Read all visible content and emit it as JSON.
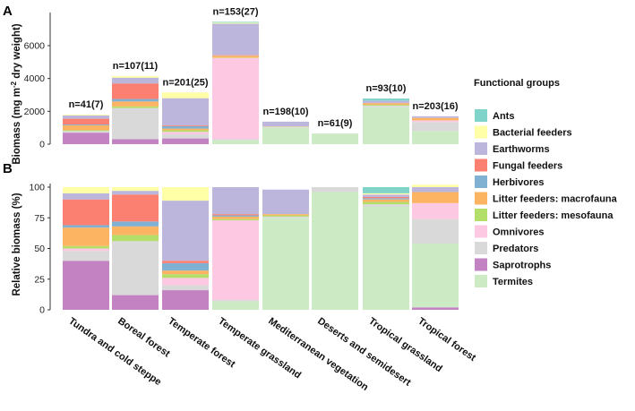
{
  "panels": {
    "a_label": "A",
    "b_label": "B"
  },
  "legend": {
    "title": "Functional groups",
    "items": [
      {
        "name": "Ants",
        "color": "#7fd3c8"
      },
      {
        "name": "Bacterial feeders",
        "color": "#ffffa8"
      },
      {
        "name": "Earthworms",
        "color": "#bcb6dc"
      },
      {
        "name": "Fungal feeders",
        "color": "#fb8072"
      },
      {
        "name": "Herbivores",
        "color": "#80b1d3"
      },
      {
        "name": "Litter feeders: macrofauna",
        "color": "#fdb462"
      },
      {
        "name": "Litter feeders: mesofauna",
        "color": "#b3de69"
      },
      {
        "name": "Omnivores",
        "color": "#fcc8e2"
      },
      {
        "name": "Predators",
        "color": "#d9d9d9"
      },
      {
        "name": "Saprotrophs",
        "color": "#c383c3"
      },
      {
        "name": "Termites",
        "color": "#ccebc5"
      }
    ]
  },
  "chart_data": [
    {
      "panel": "A",
      "type": "bar",
      "stacked": true,
      "ylabel_parts": [
        "Biomass (mg m",
        "-2",
        " dry weight)"
      ],
      "ylim": [
        0,
        7800
      ],
      "yticks": [
        0,
        2000,
        4000,
        6000
      ],
      "categories": [
        "Tundra and cold steppe",
        "Boreal forest",
        "Temperate forest",
        "Temperate grassland",
        "Mediterranean vegetation",
        "Deserts and semidesert",
        "Tropical grassland",
        "Tropical forest"
      ],
      "n_labels": [
        "n=41(7)",
        "n=107(11)",
        "n=201(25)",
        "n=153(27)",
        "n=198(10)",
        "n=61(9)",
        "n=93(10)",
        "n=203(16)"
      ],
      "series": [
        {
          "name": "Saprotrophs",
          "values": [
            700,
            300,
            350,
            0,
            0,
            0,
            0,
            0
          ]
        },
        {
          "name": "Termites",
          "values": [
            0,
            0,
            0,
            250,
            1000,
            650,
            2250,
            800
          ]
        },
        {
          "name": "Predators",
          "values": [
            100,
            1900,
            250,
            50,
            50,
            0,
            100,
            550
          ]
        },
        {
          "name": "Omnivores",
          "values": [
            0,
            0,
            150,
            4950,
            0,
            0,
            0,
            100
          ]
        },
        {
          "name": "Litter feeders: mesofauna",
          "values": [
            50,
            100,
            100,
            20,
            10,
            0,
            50,
            0
          ]
        },
        {
          "name": "Litter feeders: macrofauna",
          "values": [
            300,
            300,
            100,
            120,
            20,
            0,
            100,
            150
          ]
        },
        {
          "name": "Herbivores",
          "values": [
            50,
            150,
            150,
            20,
            0,
            0,
            0,
            0
          ]
        },
        {
          "name": "Fungal feeders",
          "values": [
            350,
            950,
            50,
            30,
            0,
            0,
            0,
            0
          ]
        },
        {
          "name": "Earthworms",
          "values": [
            200,
            350,
            1650,
            1900,
            290,
            0,
            150,
            100
          ]
        },
        {
          "name": "Bacterial feeders",
          "values": [
            50,
            100,
            350,
            60,
            0,
            0,
            0,
            0
          ]
        },
        {
          "name": "Ants",
          "values": [
            0,
            0,
            0,
            50,
            0,
            0,
            130,
            0
          ]
        }
      ]
    },
    {
      "panel": "B",
      "type": "bar",
      "stacked": true,
      "ylabel": "Relative biomass (%)",
      "ylim": [
        0,
        100
      ],
      "yticks": [
        0,
        25,
        50,
        75,
        100
      ],
      "categories": [
        "Tundra and cold steppe",
        "Boreal forest",
        "Temperate forest",
        "Temperate grassland",
        "Mediterranean vegetation",
        "Deserts and semidesert",
        "Tropical grassland",
        "Tropical forest"
      ],
      "series": [
        {
          "name": "Saprotrophs",
          "values": [
            40,
            12,
            16,
            0,
            0,
            0,
            0,
            2
          ]
        },
        {
          "name": "Termites",
          "values": [
            0,
            0,
            0,
            7,
            75,
            96,
            84,
            52
          ]
        },
        {
          "name": "Predators",
          "values": [
            8,
            44,
            4,
            1,
            1,
            4,
            2,
            20
          ]
        },
        {
          "name": "Omnivores",
          "values": [
            2,
            0,
            6,
            65,
            0,
            0,
            0,
            13
          ]
        },
        {
          "name": "Litter feeders: mesofauna",
          "values": [
            2,
            5,
            3,
            1,
            1,
            0,
            2,
            0
          ]
        },
        {
          "name": "Litter feeders: macrofauna",
          "values": [
            15,
            7,
            3,
            2,
            1,
            0,
            2,
            9
          ]
        },
        {
          "name": "Herbivores",
          "values": [
            2,
            4,
            6,
            1,
            0,
            0,
            1,
            0
          ]
        },
        {
          "name": "Fungal feeders",
          "values": [
            21,
            22,
            2,
            1,
            0,
            0,
            1,
            0
          ]
        },
        {
          "name": "Earthworms",
          "values": [
            5,
            3,
            49,
            22,
            20,
            0,
            2,
            4
          ]
        },
        {
          "name": "Bacterial feeders",
          "values": [
            5,
            3,
            11,
            0,
            0,
            0,
            1,
            2
          ]
        },
        {
          "name": "Ants",
          "values": [
            0,
            0,
            0,
            0,
            0,
            0,
            5,
            0
          ]
        }
      ]
    }
  ]
}
